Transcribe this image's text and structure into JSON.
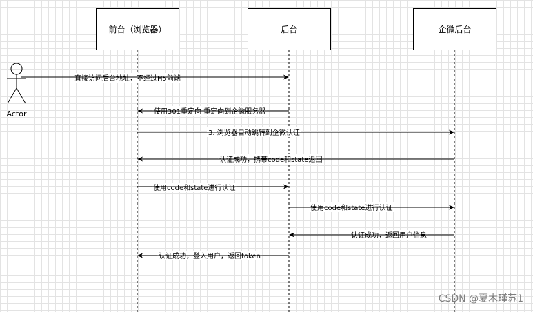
{
  "actor": {
    "label": "Actor"
  },
  "participants": [
    {
      "id": "frontend",
      "label": "前台（浏览器）"
    },
    {
      "id": "backend",
      "label": "后台"
    },
    {
      "id": "wecom",
      "label": "企微后台"
    }
  ],
  "messages": [
    {
      "from": "actor",
      "to": "backend",
      "label": "直接访问后台地址，不经过H5前端"
    },
    {
      "from": "backend",
      "to": "frontend",
      "label": "使用301重定向 重定向到企微服务器"
    },
    {
      "from": "frontend",
      "to": "wecom",
      "label": "3. 浏览器自动跳转到企微认证"
    },
    {
      "from": "wecom",
      "to": "frontend",
      "label": "认证成功，携带code和state返回"
    },
    {
      "from": "frontend",
      "to": "backend",
      "label": "使用code和state进行认证"
    },
    {
      "from": "backend",
      "to": "wecom",
      "label": "使用code和state进行认证"
    },
    {
      "from": "wecom",
      "to": "backend",
      "label": "认证成功，返回用户信息"
    },
    {
      "from": "backend",
      "to": "frontend",
      "label": "认证成功，登入用户，返回token"
    }
  ],
  "watermark": "CSDN @夏木瑾苏1"
}
